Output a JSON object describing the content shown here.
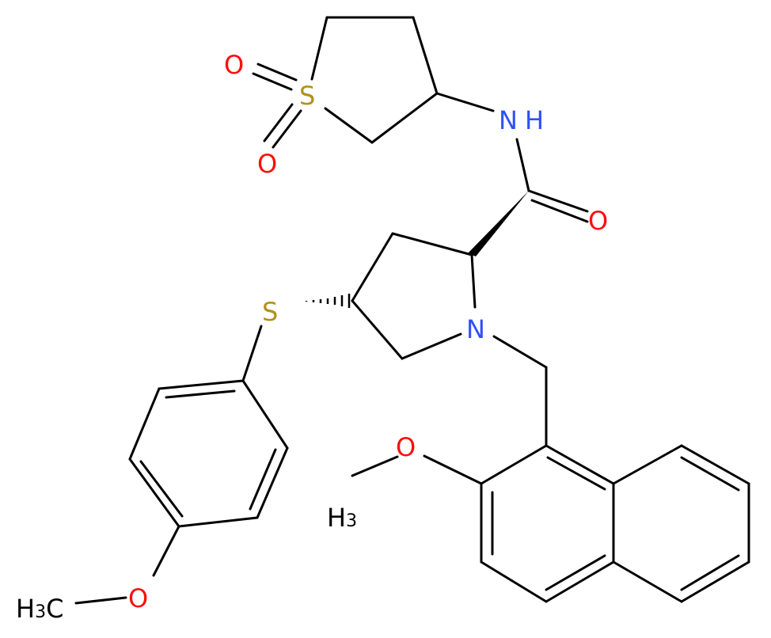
{
  "colors": {
    "bond": "#000000",
    "oxygen": "#ff0d0d",
    "nitrogen": "#3050f8",
    "sulfur": "#b2911d",
    "carbon": "#000000",
    "background": "#ffffff"
  },
  "atoms": {
    "sulfone_S": "S",
    "sulfone_O_top": "O",
    "sulfone_O_bottom": "O",
    "amide_N": "N",
    "amide_H": "H",
    "carbonyl_O": "O",
    "thioether_S": "S",
    "ring_N": "N",
    "methoxy_O_right": "O",
    "methoxy_C_right": "H",
    "methoxy_C_right_sub": "3",
    "methoxy_O_left": "O",
    "methoxy_C_left_H": "H",
    "methoxy_C_left_sub": "3",
    "methoxy_C_left_C": "C"
  }
}
